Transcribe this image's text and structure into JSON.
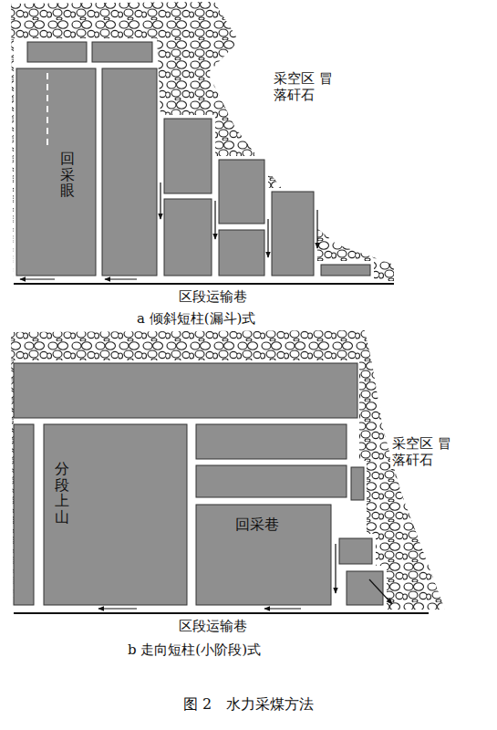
{
  "diagram": {
    "caption": "图 2　水力采煤方法",
    "labels": [
      "采空区 冒落矸石",
      "回采眼",
      "区段运输巷",
      "a 倾斜短柱(漏斗)式",
      "采空区 冒落矸石",
      "分段上山",
      "回采巷",
      "区段运输巷",
      "b 走向短柱(小阶段)式"
    ]
  }
}
